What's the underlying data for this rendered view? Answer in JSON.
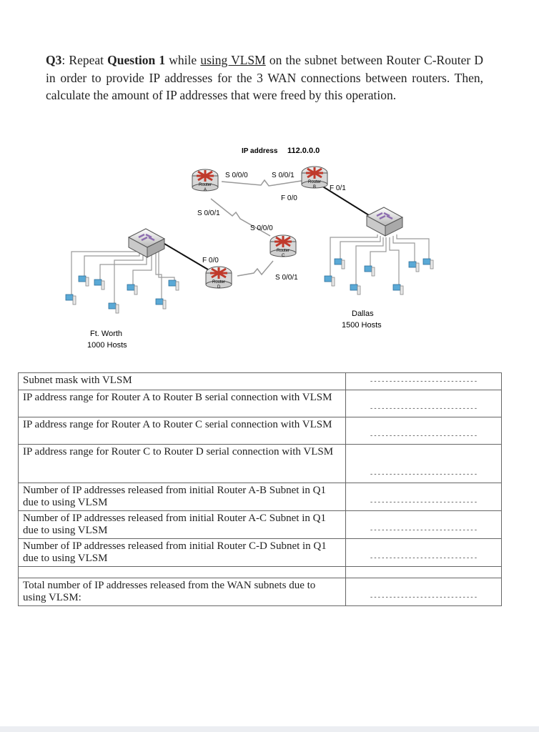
{
  "question": {
    "number": "Q3",
    "colon": ":",
    "t1": " Repeat ",
    "ref": "Question 1",
    "t2": " while ",
    "vlsm": "using VLSM",
    "t3": " on the subnet between Router C-Router D in order to provide IP addresses for the 3 WAN connections between routers. Then, calculate the amount of IP addresses that were freed by this operation."
  },
  "diagram": {
    "ip_label": "IP address",
    "ip_value": "112.0.0.0",
    "router_word": "Router",
    "router_a": "A",
    "router_b": "B",
    "router_c": "C",
    "router_d": "D",
    "a_s000": "S 0/0/0",
    "b_s001": "S 0/0/1",
    "b_f01": "F 0/1",
    "b_f00": "F 0/0",
    "a_s001": "S 0/0/1",
    "c_s000": "S 0/0/0",
    "d_f00": "F 0/0",
    "c_s001": "S 0/0/1",
    "ftworth_name": "Ft. Worth",
    "ftworth_hosts": "1000 Hosts",
    "dallas_name": "Dallas",
    "dallas_hosts": "1500 Hosts"
  },
  "table": {
    "rows": [
      {
        "label": "Subnet mask with VLSM",
        "answer": "----------------------------"
      },
      {
        "label": "IP address range for Router A to Router B serial connection with VLSM",
        "answer": "----------------------------"
      },
      {
        "label": "IP address range for Router A to Router C serial connection with VLSM",
        "answer": "----------------------------"
      },
      {
        "label": "IP address range for Router C to Router D serial connection with VLSM",
        "answer": "----------------------------"
      },
      {
        "label": "Number of IP addresses released from initial Router A-B Subnet in Q1 due to using VLSM",
        "answer": "----------------------------"
      },
      {
        "label": "Number of IP addresses released from initial Router A-C Subnet in Q1 due to using VLSM",
        "answer": "----------------------------"
      },
      {
        "label": "Number of IP addresses released from initial Router C-D Subnet in Q1 due to using VLSM",
        "answer": "----------------------------"
      },
      {
        "label": "Total number of IP addresses released from the WAN subnets due to using VLSM:",
        "answer": "----------------------------"
      }
    ]
  },
  "colors": {
    "router_red": "#c0392b",
    "switch_purple": "#8e6fb0",
    "pc_blue": "#5aa9d6",
    "cable_gray": "#9a9a9a"
  }
}
